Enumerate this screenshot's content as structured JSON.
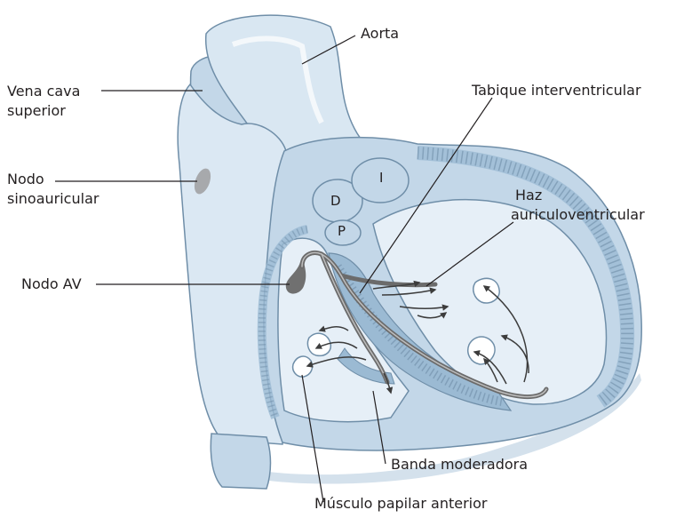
{
  "colors": {
    "tissue_light": "#e6eff7",
    "tissue_mid": "#c3d7e8",
    "tissue_shadow": "#9bbad3",
    "outline": "#6f8ea8",
    "conduction_path": "#6b6b6b",
    "node_fill": "#707070",
    "sa_node_fill": "#a7a9ac",
    "label_line": "#231f20"
  },
  "labels": {
    "aorta": "Aorta",
    "vena_cava_line1": "Vena cava",
    "vena_cava_line2": "superior",
    "nodo_sa_line1": "Nodo",
    "nodo_sa_line2": "sinoauricular",
    "nodo_av": "Nodo AV",
    "tabique": "Tabique interventricular",
    "haz_line1": "Haz",
    "haz_line2": "auriculoventricular",
    "banda": "Banda moderadora",
    "musculo": "Músculo papilar anterior"
  },
  "valve_letters": {
    "d": "D",
    "i": "I",
    "p": "P"
  }
}
